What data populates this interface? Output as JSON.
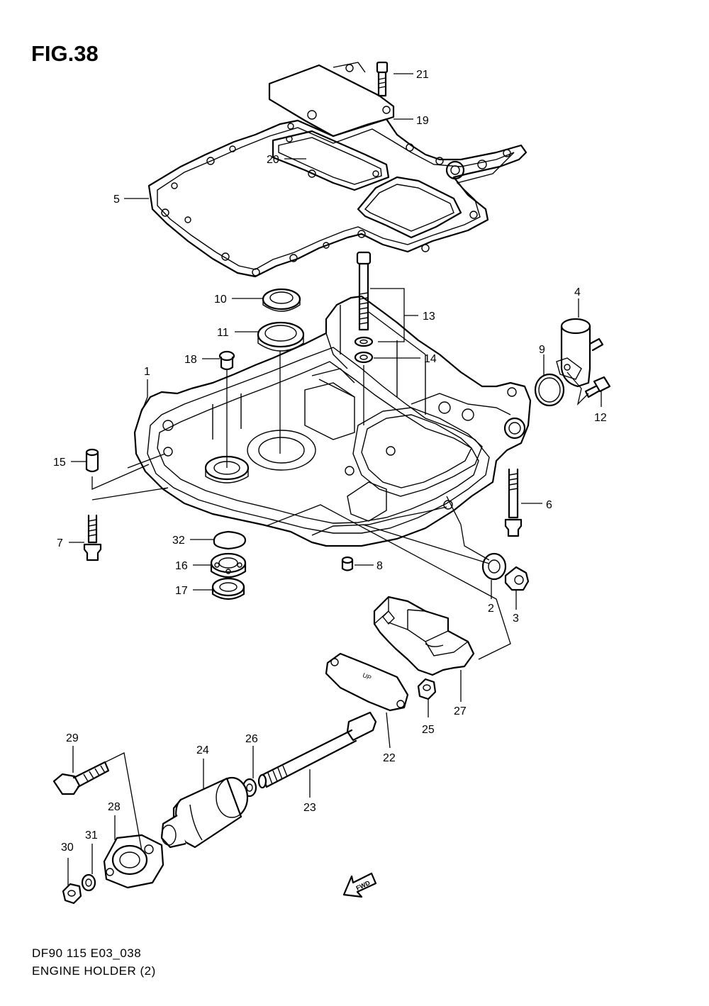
{
  "figure": {
    "title": "FIG.38",
    "model_code": "DF90 115 E03_038",
    "caption": "ENGINE HOLDER (2)"
  },
  "direction_arrow": {
    "text": "FWD",
    "icon": "fwd-arrow-icon"
  },
  "part_stamp": "UP",
  "callouts": {
    "c1": "1",
    "c2": "2",
    "c3": "3",
    "c4": "4",
    "c5": "5",
    "c6": "6",
    "c7": "7",
    "c8": "8",
    "c9": "9",
    "c10": "10",
    "c11": "11",
    "c12": "12",
    "c13": "13",
    "c14": "14",
    "c15": "15",
    "c16": "16",
    "c17": "17",
    "c18": "18",
    "c19": "19",
    "c20": "20",
    "c21": "21",
    "c22": "22",
    "c23": "23",
    "c24": "24",
    "c25": "25",
    "c26": "26",
    "c27": "27",
    "c28": "28",
    "c29": "29",
    "c30": "30",
    "c31": "31",
    "c32": "32"
  }
}
